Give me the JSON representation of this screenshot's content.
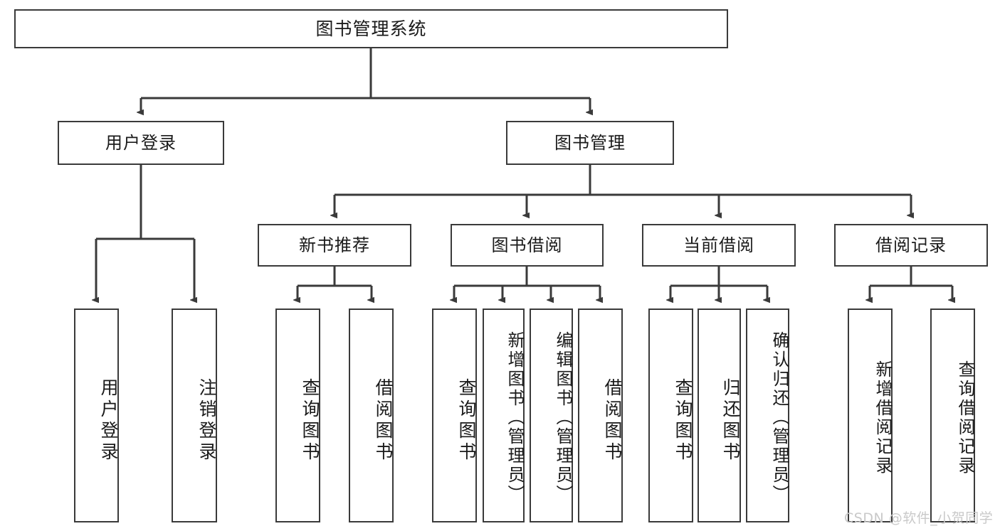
{
  "diagram": {
    "title": "图书管理系统",
    "orientation": "top-down tree",
    "watermark": "CSDN @软件_小贺同学",
    "colors": {
      "box_border": "#3a3a3a",
      "box_fill": "#ffffff",
      "edge": "#3a3a3a",
      "text": "#1a1a1a",
      "watermark": "#c9c9c9"
    },
    "nodes": {
      "root": {
        "label": "图书管理系统"
      },
      "level2": [
        {
          "id": "user-login",
          "label": "用户登录"
        },
        {
          "id": "book-management",
          "label": "图书管理"
        }
      ],
      "level3": [
        {
          "id": "new-book-recommend",
          "label": "新书推荐"
        },
        {
          "id": "book-borrow",
          "label": "图书借阅"
        },
        {
          "id": "current-borrow",
          "label": "当前借阅"
        },
        {
          "id": "borrow-record",
          "label": "借阅记录"
        }
      ],
      "leaves": {
        "user_login": [
          {
            "id": "leaf-user-login",
            "label": "用户登录"
          },
          {
            "id": "leaf-logout",
            "label": "注销登录"
          }
        ],
        "new_book_recommend": [
          {
            "id": "leaf-query-book-1",
            "label": "查询图书"
          },
          {
            "id": "leaf-borrow-book-1",
            "label": "借阅图书"
          }
        ],
        "book_borrow": [
          {
            "id": "leaf-query-book-2",
            "label": "查询图书"
          },
          {
            "id": "leaf-add-book",
            "label": "新增图书（管理员）"
          },
          {
            "id": "leaf-edit-book",
            "label": "编辑图书（管理员）"
          },
          {
            "id": "leaf-borrow-book-2",
            "label": "借阅图书"
          }
        ],
        "current_borrow": [
          {
            "id": "leaf-query-book-3",
            "label": "查询图书"
          },
          {
            "id": "leaf-return-book",
            "label": "归还图书"
          },
          {
            "id": "leaf-confirm-return",
            "label": "确认归还（管理员）"
          }
        ],
        "borrow_record": [
          {
            "id": "leaf-add-record",
            "label": "新增借阅记录"
          },
          {
            "id": "leaf-query-record",
            "label": "查询借阅记录"
          }
        ]
      }
    }
  }
}
